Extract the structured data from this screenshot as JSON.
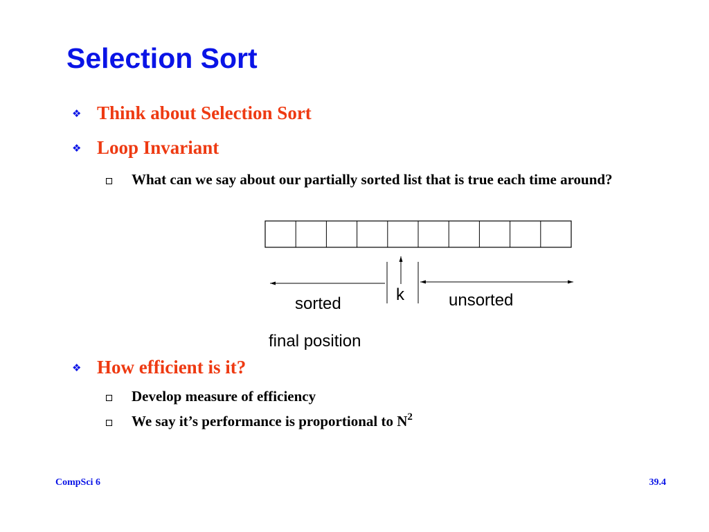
{
  "slide": {
    "title": "Selection Sort",
    "bullets": [
      {
        "text": "Think about Selection Sort"
      },
      {
        "text": "Loop Invariant",
        "sub": [
          "What can we say about our partially sorted list that is true each time around?"
        ]
      },
      {
        "text": "How efficient is it?",
        "sub": [
          "Develop measure of efficiency",
          "We say it’s performance is proportional to N"
        ]
      }
    ],
    "exponent": "2"
  },
  "diagram": {
    "cell_count": 10,
    "label_sorted": "sorted",
    "label_k": "k",
    "label_unsorted": "unsorted",
    "label_final": "final position"
  },
  "footer": {
    "left": "CompSci 6",
    "right": "39.4"
  },
  "colors": {
    "title": "#0a14e6",
    "bullet": "#ee3a12",
    "body": "#000000"
  }
}
